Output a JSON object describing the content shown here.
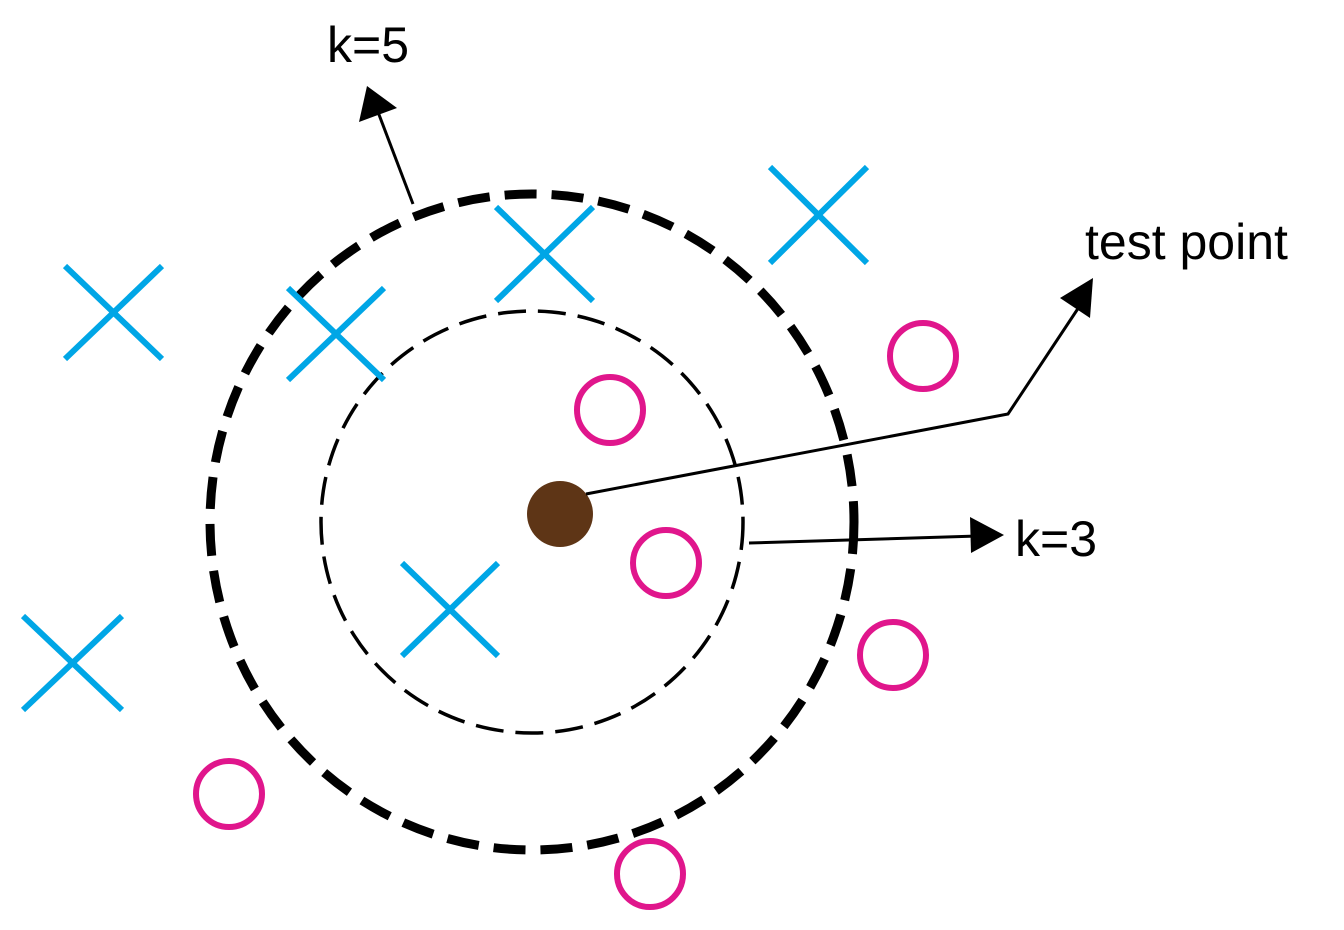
{
  "labels": {
    "k5": "k=5",
    "k3": "k=3",
    "test_point": "test point"
  },
  "colors": {
    "cross": "#00a6e6",
    "circle": "#e0168c",
    "test_point": "#5e3516",
    "line": "#000000"
  },
  "legend_semantics": {
    "cross_icon": "cross-marker-icon",
    "circle_icon": "circle-marker-icon",
    "test_point_icon": "test-point-dot"
  }
}
